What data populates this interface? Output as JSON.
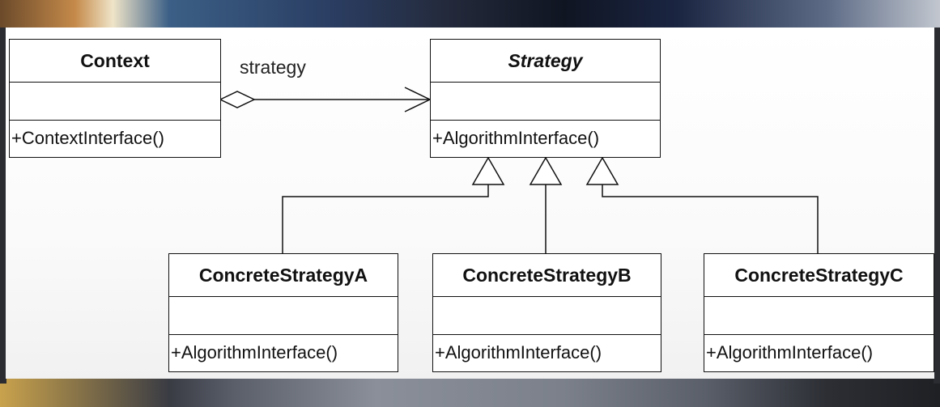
{
  "diagram": {
    "classes": {
      "context": {
        "name": "Context",
        "operation": "+ContextInterface()"
      },
      "strategy": {
        "name": "Strategy",
        "operation": "+AlgorithmInterface()",
        "abstract": true
      },
      "concrete_a": {
        "name": "ConcreteStrategyA",
        "operation": "+AlgorithmInterface()"
      },
      "concrete_b": {
        "name": "ConcreteStrategyB",
        "operation": "+AlgorithmInterface()"
      },
      "concrete_c": {
        "name": "ConcreteStrategyC",
        "operation": "+AlgorithmInterface()"
      }
    },
    "association": {
      "label": "strategy",
      "type": "aggregation"
    },
    "colors": {
      "line": "#111111",
      "box_fill": "#ffffff"
    }
  }
}
